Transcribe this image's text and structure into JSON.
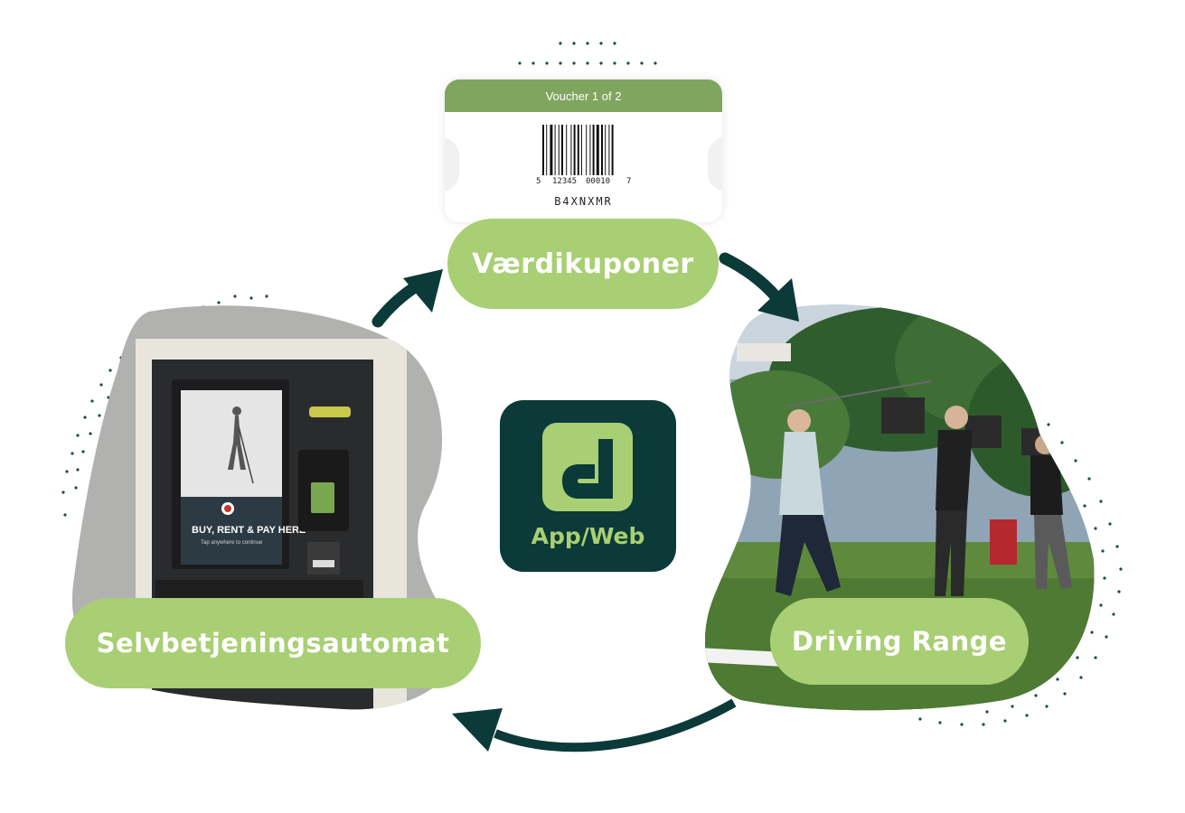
{
  "voucher": {
    "header": "Voucher 1 of 2",
    "barcode_digits": [
      "5",
      "12345",
      "00010",
      "7"
    ],
    "code": "B4XNXMR"
  },
  "nodes": {
    "top": "Værdikuponer",
    "left": "Selvbetjeningsautomat",
    "right": "Driving Range",
    "center": "App/Web"
  },
  "kiosk_screen": {
    "headline": "BUY, RENT & PAY HERE",
    "subline": "Tap anywhere to continue"
  },
  "colors": {
    "pill": "#a8cf73",
    "dark_green": "#0b3a38",
    "voucher_header": "#80a55e"
  },
  "icons": [
    "g-logo-icon",
    "arrow-icon"
  ]
}
